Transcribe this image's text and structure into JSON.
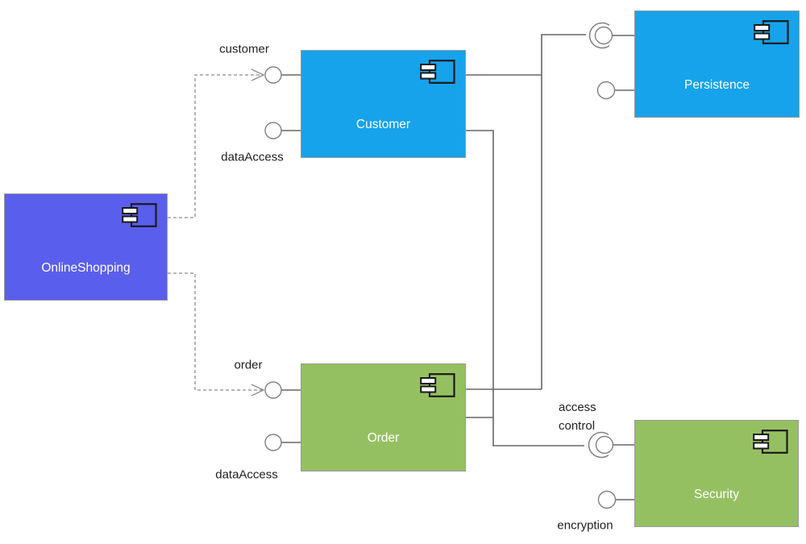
{
  "diagram": {
    "kind": "uml-component-diagram",
    "background": "#ffffff"
  },
  "components": {
    "online_shopping": {
      "label": "OnlineShopping",
      "fill": "#5a5eec"
    },
    "customer": {
      "label": "Customer",
      "fill": "#16a3eb"
    },
    "persistence": {
      "label": "Persistence",
      "fill": "#16a3eb"
    },
    "order": {
      "label": "Order",
      "fill": "#95c061"
    },
    "security": {
      "label": "Security",
      "fill": "#95c061"
    }
  },
  "port_labels": {
    "customer": "customer",
    "customer_data_access": "dataAccess",
    "order": "order",
    "order_data_access": "dataAccess",
    "access_control": "access\ncontrol",
    "encryption": "encryption"
  },
  "interfaces": [
    {
      "owner": "Customer",
      "name": "customer",
      "side": "left",
      "type": "provided-ball"
    },
    {
      "owner": "Customer",
      "name": "dataAccess",
      "side": "left",
      "type": "provided-ball"
    },
    {
      "owner": "Order",
      "name": "order",
      "side": "left",
      "type": "provided-ball"
    },
    {
      "owner": "Order",
      "name": "dataAccess",
      "side": "left",
      "type": "provided-ball"
    },
    {
      "owner": "Persistence",
      "name": "",
      "side": "left",
      "type": "ball-and-socket"
    },
    {
      "owner": "Persistence",
      "name": "",
      "side": "left",
      "type": "provided-ball"
    },
    {
      "owner": "Security",
      "name": "access control",
      "side": "left",
      "type": "ball-and-socket"
    },
    {
      "owner": "Security",
      "name": "encryption",
      "side": "left",
      "type": "provided-ball"
    }
  ],
  "connections": [
    {
      "from": "OnlineShopping",
      "to": "Customer.customer",
      "style": "dashed-dependency-arrow"
    },
    {
      "from": "OnlineShopping",
      "to": "Order.order",
      "style": "dashed-dependency-arrow"
    },
    {
      "from": "Customer",
      "to": "Persistence.socket",
      "style": "solid-assembly"
    },
    {
      "from": "Order",
      "to": "Persistence.socket",
      "style": "solid-assembly"
    },
    {
      "from": "Customer",
      "to": "Security.access-control-socket",
      "style": "solid-assembly"
    },
    {
      "from": "Order",
      "to": "Security.access-control-socket",
      "style": "solid-assembly"
    }
  ],
  "colors": {
    "component_violet": "#5a5eec",
    "component_blue": "#16a3eb",
    "component_green": "#95c061",
    "component_border": "#999999",
    "solid_line": "#666666",
    "dashed_line": "#8c8c8c",
    "interface_stroke": "#808080",
    "label_text": "#1f1f1f",
    "component_text": "#ffffff"
  }
}
